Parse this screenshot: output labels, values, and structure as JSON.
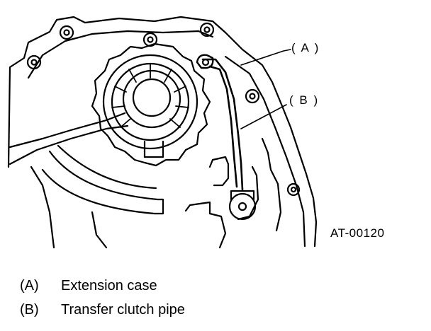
{
  "figure": {
    "id_label": "AT-00120"
  },
  "callouts": [
    {
      "key": "( A )"
    },
    {
      "key": "( B )"
    }
  ],
  "legend": [
    {
      "key": "(A)",
      "text": "Extension case"
    },
    {
      "key": "(B)",
      "text": "Transfer clutch pipe"
    }
  ]
}
